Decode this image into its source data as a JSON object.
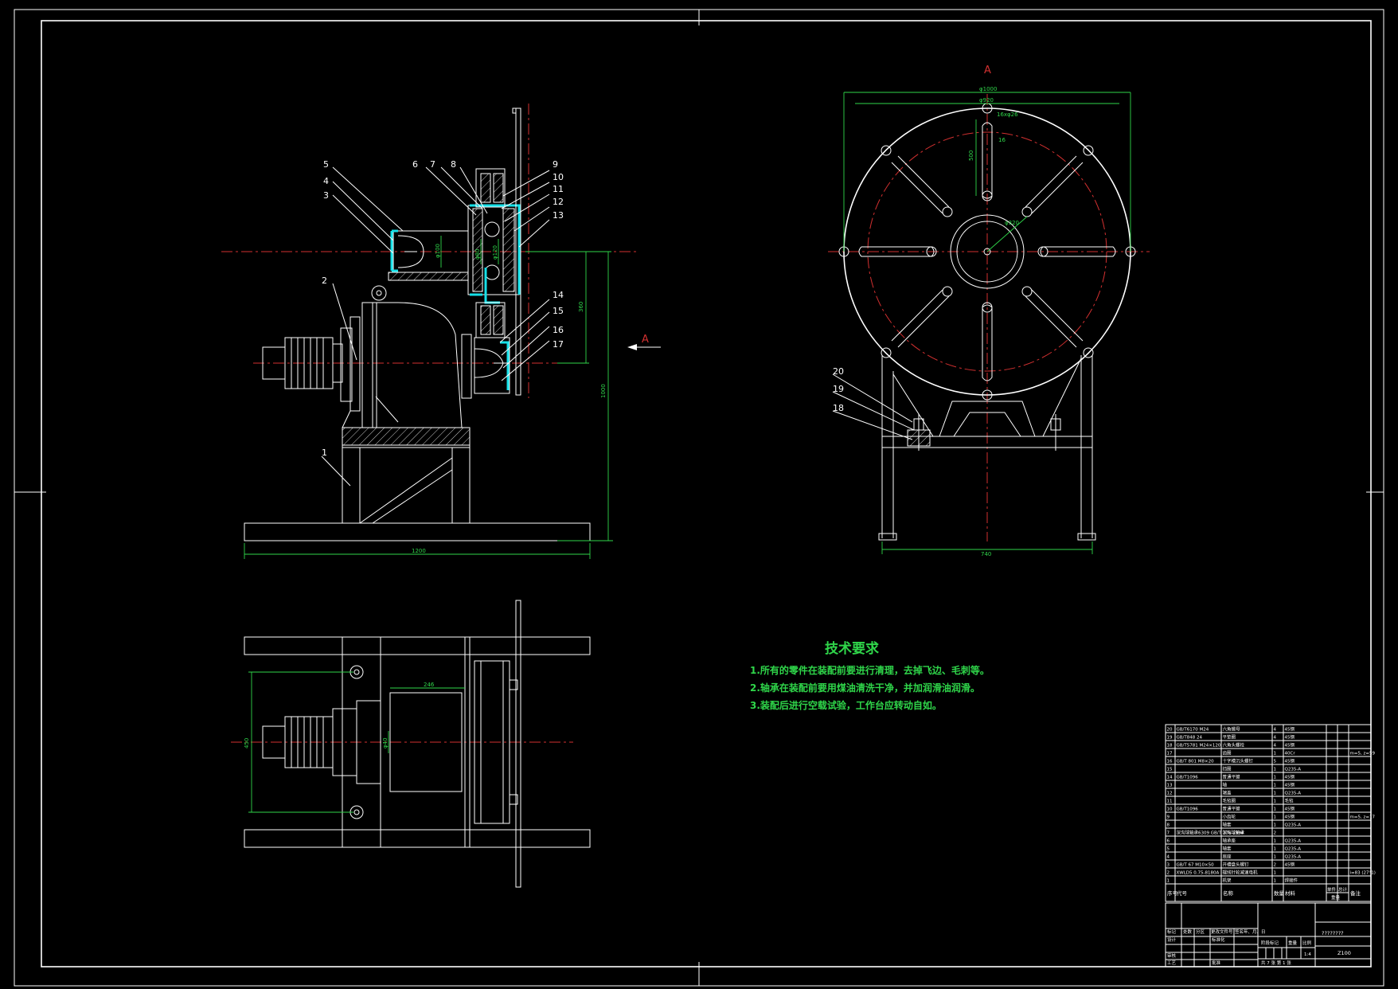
{
  "section_marker": "A",
  "front_view": {
    "part_labels": [
      "1",
      "2",
      "3",
      "4",
      "5",
      "6",
      "7",
      "8",
      "9",
      "10",
      "11",
      "12",
      "13",
      "14",
      "15",
      "16",
      "17"
    ],
    "dims": {
      "width": "1200",
      "height": "1000",
      "shaft_height": "360",
      "shaft_dia": "φ100",
      "shaft_dia2": "φ80",
      "bore": "φ120"
    }
  },
  "side_view": {
    "part_labels": [
      "18",
      "19",
      "20"
    ],
    "dims": {
      "outer_dia": "φ1000",
      "inner_dia": "φ920",
      "hole": "16xφ26",
      "spoke_len": "500",
      "spoke_w": "16",
      "hub": "φ320",
      "width": "740"
    }
  },
  "top_view": {
    "dims": {
      "depth": "450",
      "shaft_len": "246",
      "hub_dia": "φ40"
    }
  },
  "tech": {
    "title": "技术要求",
    "items": [
      "1.所有的零件在装配前要进行清理，去掉飞边、毛刺等。",
      "2.轴承在装配前要用煤油清洗干净，并加润滑油润滑。",
      "3.装配后进行空载试验，工作台应转动自如。"
    ]
  },
  "bom": {
    "rows": [
      {
        "no": "20",
        "code": "GB/T6170  M24",
        "name": "六角螺母",
        "qty": "4",
        "mat": "45钢",
        "note": ""
      },
      {
        "no": "19",
        "code": "GB/T848  24",
        "name": "平垫圈",
        "qty": "4",
        "mat": "45钢",
        "note": ""
      },
      {
        "no": "18",
        "code": "GB/T5781  M24×120",
        "name": "六角头螺栓",
        "qty": "4",
        "mat": "45钢",
        "note": ""
      },
      {
        "no": "17",
        "code": "",
        "name": "齿圈",
        "qty": "1",
        "mat": "40Cr",
        "note": "m=5, z=59"
      },
      {
        "no": "16",
        "code": "GB/T 801  M8×20",
        "name": "十字槽沉头螺钉",
        "qty": "5",
        "mat": "45钢",
        "note": ""
      },
      {
        "no": "15",
        "code": "",
        "name": "挡圈",
        "qty": "1",
        "mat": "Q235-A",
        "note": ""
      },
      {
        "no": "14",
        "code": "GB/T1096",
        "name": "普通平键",
        "qty": "1",
        "mat": "45钢",
        "note": ""
      },
      {
        "no": "13",
        "code": "",
        "name": "轴",
        "qty": "1",
        "mat": "45钢",
        "note": ""
      },
      {
        "no": "12",
        "code": "",
        "name": "端盖",
        "qty": "1",
        "mat": "Q235-A",
        "note": ""
      },
      {
        "no": "11",
        "code": "",
        "name": "毛毡圈",
        "qty": "1",
        "mat": "毛毡",
        "note": ""
      },
      {
        "no": "10",
        "code": "GB/T1096",
        "name": "普通平键",
        "qty": "1",
        "mat": "45钢",
        "note": ""
      },
      {
        "no": "9",
        "code": "",
        "name": "小齿轮",
        "qty": "1",
        "mat": "45钢",
        "note": "m=5, z=17"
      },
      {
        "no": "8",
        "code": "",
        "name": "轴套",
        "qty": "1",
        "mat": "Q235-A",
        "note": ""
      },
      {
        "no": "7",
        "code": "深沟球轴承6309  GB/T 276-1994",
        "name": "深沟球轴承",
        "qty": "2",
        "mat": "",
        "note": ""
      },
      {
        "no": "6",
        "code": "",
        "name": "轴承座",
        "qty": "1",
        "mat": "Q235-A",
        "note": ""
      },
      {
        "no": "5",
        "code": "",
        "name": "轴套",
        "qty": "1",
        "mat": "Q235-A",
        "note": ""
      },
      {
        "no": "4",
        "code": "",
        "name": "底座",
        "qty": "1",
        "mat": "Q235-A",
        "note": ""
      },
      {
        "no": "3",
        "code": "GB/T 67  M10×50",
        "name": "开槽盘头螺钉",
        "qty": "2",
        "mat": "45钢",
        "note": ""
      },
      {
        "no": "2",
        "code": "XWLD5 0.75-8180A",
        "name": "摆线针轮减速电机",
        "qty": "1",
        "mat": "",
        "note": "i=83 (27°1)"
      },
      {
        "no": "1",
        "code": "",
        "name": "机架",
        "qty": "1",
        "mat": "焊接件",
        "note": ""
      }
    ],
    "header": {
      "no": "序号",
      "code": "代号",
      "name": "名称",
      "qty": "数量",
      "mat": "材料",
      "unit": "单件",
      "total": "总计",
      "weight": "重量",
      "note": "备注"
    }
  },
  "title_block": {
    "drawing_name": "????????",
    "drawing_no": "Z100",
    "scale": "1:4",
    "sheet": "共 7 张   第 1 张",
    "labels": {
      "mark": "标记",
      "count": "处数",
      "zone": "分区",
      "change": "更改文件号",
      "sign": "签名",
      "date": "年、月、日",
      "design": "设计",
      "std": "标准化",
      "stage": "阶段标记",
      "weight": "重量",
      "ratio": "比例",
      "review": "审核",
      "craft": "工艺",
      "approve": "批准"
    }
  }
}
